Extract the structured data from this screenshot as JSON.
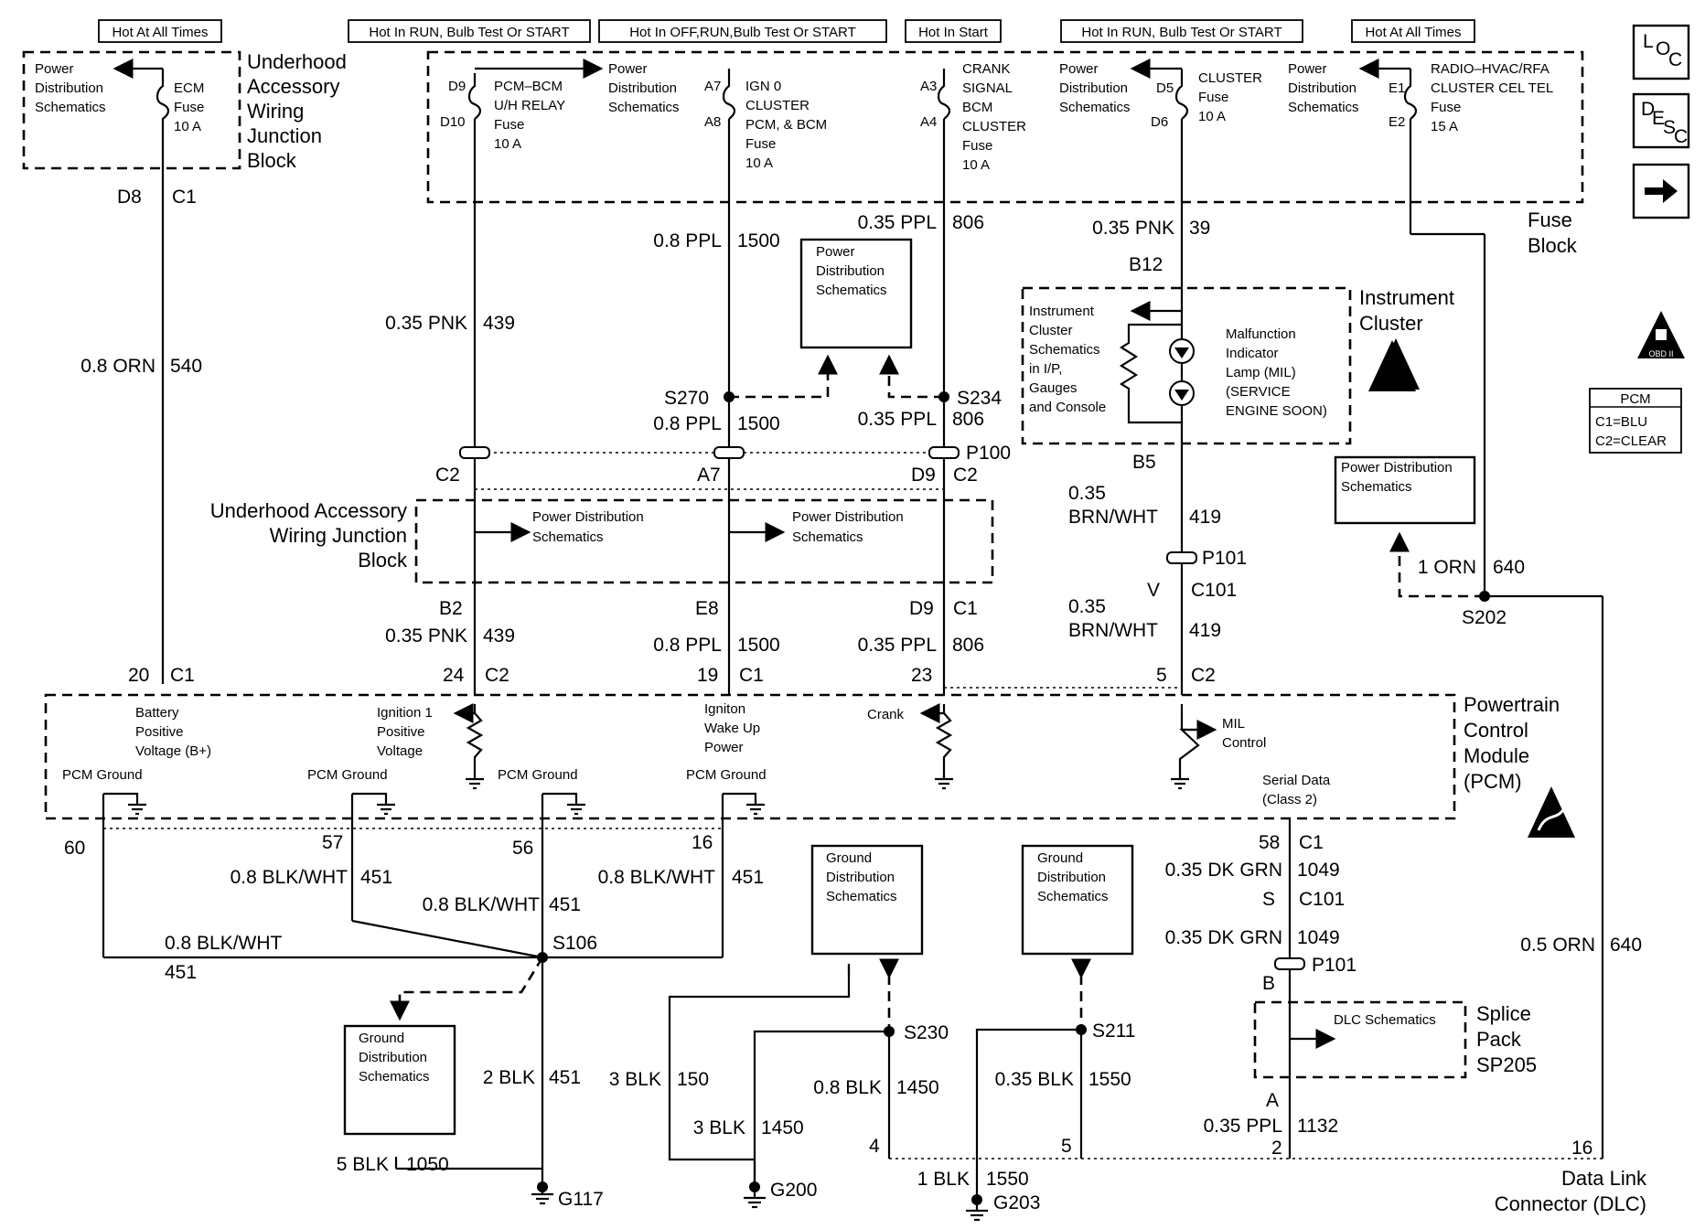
{
  "headers": {
    "h1": "Hot At All Times",
    "h2": "Hot In RUN, Bulb Test Or START",
    "h3": "Hot In OFF,RUN,Bulb Test Or START",
    "h4": "Hot In Start",
    "h5": "Hot In RUN, Bulb Test Or START",
    "h6": "Hot At All Times"
  },
  "side_icons": {
    "loc_l": "L",
    "loc_o": "O",
    "loc_c": "C",
    "desc_d": "D",
    "desc_e": "E",
    "desc_s": "S",
    "desc_c": "C",
    "obd": "OBD II",
    "pcm_title": "PCM",
    "pcm_c1": "C1=BLU",
    "pcm_c2": "C2=CLEAR"
  },
  "blocks": {
    "uaw_top_1": "Underhood",
    "uaw_top_2": "Accessory",
    "uaw_top_3": "Wiring",
    "uaw_top_4": "Junction",
    "uaw_top_5": "Block",
    "uaw_mid_1": "Underhood Accessory",
    "uaw_mid_2": "Wiring Junction",
    "uaw_mid_3": "Block",
    "fuse_block_1": "Fuse",
    "fuse_block_2": "Block",
    "ic_1": "Instrument",
    "ic_2": "Cluster",
    "pcm_1": "Powertrain",
    "pcm_2": "Control",
    "pcm_3": "Module",
    "pcm_4": "(PCM)",
    "sp_1": "Splice",
    "sp_2": "Pack",
    "sp_3": "SP205",
    "dlc_1": "Data Link",
    "dlc_2": "Connector (DLC)"
  },
  "text": {
    "pd1": "Power",
    "pd2": "Distribution",
    "pd3": "Schematics",
    "gd1": "Ground",
    "gd2": "Distribution",
    "gd3": "Schematics",
    "pd_inline": "Power Distribution",
    "schem": "Schematics",
    "ecm_fuse_1": "ECM",
    "ecm_fuse_2": "Fuse",
    "ecm_fuse_3": "10 A",
    "pcm_relay_1": "PCM–BCM",
    "pcm_relay_2": "U/H RELAY",
    "pcm_relay_3": "Fuse",
    "pcm_relay_4": "10 A",
    "ign_1": "IGN 0",
    "ign_2": "CLUSTER",
    "ign_3": "PCM, & BCM",
    "ign_4": "Fuse",
    "ign_5": "10 A",
    "crank_1": "CRANK",
    "crank_2": "SIGNAL",
    "crank_3": "BCM",
    "crank_4": "CLUSTER",
    "crank_5": "Fuse",
    "crank_6": "10 A",
    "cluster_1": "CLUSTER",
    "cluster_2": "Fuse",
    "cluster_3": "10 A",
    "radio_1": "RADIO–HVAC/RFA",
    "radio_2": "CLUSTER CEL TEL",
    "radio_3": "Fuse",
    "radio_4": "15 A",
    "d9": "D9",
    "d10": "D10",
    "a7": "A7",
    "a8": "A8",
    "a3": "A3",
    "a4": "A4",
    "d5": "D5",
    "d6": "D6",
    "e1": "E1",
    "e2": "E2",
    "ics_1": "Instrument",
    "ics_2": "Cluster",
    "ics_3": "Schematics",
    "ics_4": "in I/P,",
    "ics_5": "Gauges",
    "ics_6": "and Console",
    "mil_1": "Malfunction",
    "mil_2": "Indicator",
    "mil_3": "Lamp (MIL)",
    "mil_4": "(SERVICE",
    "mil_5": "ENGINE SOON)",
    "pcm_bat_1": "Battery",
    "pcm_bat_2": "Positive",
    "pcm_bat_3": "Voltage (B+)",
    "pcm_ign_1": "Ignition 1",
    "pcm_ign_2": "Positive",
    "pcm_ign_3": "Voltage",
    "pcm_wake_1": "Igniton",
    "pcm_wake_2": "Wake Up",
    "pcm_wake_3": "Power",
    "pcm_crank": "Crank",
    "pcm_mil_1": "MIL",
    "pcm_mil_2": "Control",
    "pcm_serial_1": "Serial Data",
    "pcm_serial_2": "(Class 2)",
    "pcm_ground": "PCM Ground",
    "dlc_schem": "DLC Schematics"
  },
  "wires": {
    "w_ecm_pin": "D8",
    "w_ecm_conn": "C1",
    "w_ecm_gauge": "0.8 ORN",
    "w_ecm_circ": "540",
    "w_ecm_pcm_pin": "20",
    "w_ecm_pcm_conn": "C1",
    "w_439_gauge": "0.35 PNK",
    "w_439_circ": "439",
    "w_1500_gauge": "0.8 PPL",
    "w_1500_circ": "1500",
    "w_806_gauge": "0.35 PPL",
    "w_806_circ": "806",
    "w_39_gauge": "0.35 PNK",
    "w_39_circ": "39",
    "w_b12": "B12",
    "s270": "S270",
    "s234": "S234",
    "p100": "P100",
    "c2": "C2",
    "a7c": "A7",
    "d9c": "D9",
    "b2": "B2",
    "e8": "E8",
    "d9b": "D9",
    "c1": "C1",
    "pin24": "24",
    "pin19": "19",
    "pin23": "23",
    "pin5": "5",
    "b5": "B5",
    "w_419_g1": "0.35",
    "w_419_g2": "BRN/WHT",
    "w_419_circ": "419",
    "p101": "P101",
    "v": "V",
    "c101": "C101",
    "w_640_gauge": "1 ORN",
    "w_640_circ": "640",
    "s202": "S202",
    "pin60": "60",
    "pin57": "57",
    "pin56": "56",
    "pin16": "16",
    "w_451_gauge": "0.8 BLK/WHT",
    "w_451_circ": "451",
    "s106": "S106",
    "w_1049_gauge": "0.35 DK GRN",
    "w_1049_circ": "1049",
    "pin58": "58",
    "s": "S",
    "b": "B",
    "w_640b_gauge": "0.5 ORN",
    "w_640b_circ": "640",
    "w_2blk_gauge": "2 BLK",
    "w_2blk_circ": "451",
    "w_150_gauge": "3 BLK",
    "w_150_circ": "150",
    "w_1450a_gauge": "0.8 BLK",
    "w_1450_circ": "1450",
    "w_1450b_gauge": "3 BLK",
    "w_1550_gauge": "0.35 BLK",
    "w_1550_circ": "1550",
    "w_1050_gauge": "5 BLK",
    "w_1050_circ": "1050",
    "w_1blk_gauge": "1 BLK",
    "w_1blk_circ": "1550",
    "w_1132_gauge": "0.35 PPL",
    "w_1132_circ": "1132",
    "s230": "S230",
    "s211": "S211",
    "g117": "G117",
    "g200": "G200",
    "g203": "G203",
    "pin4": "4",
    "pin5b": "5",
    "pin2": "2",
    "pin16b": "16",
    "pin_a": "A"
  }
}
